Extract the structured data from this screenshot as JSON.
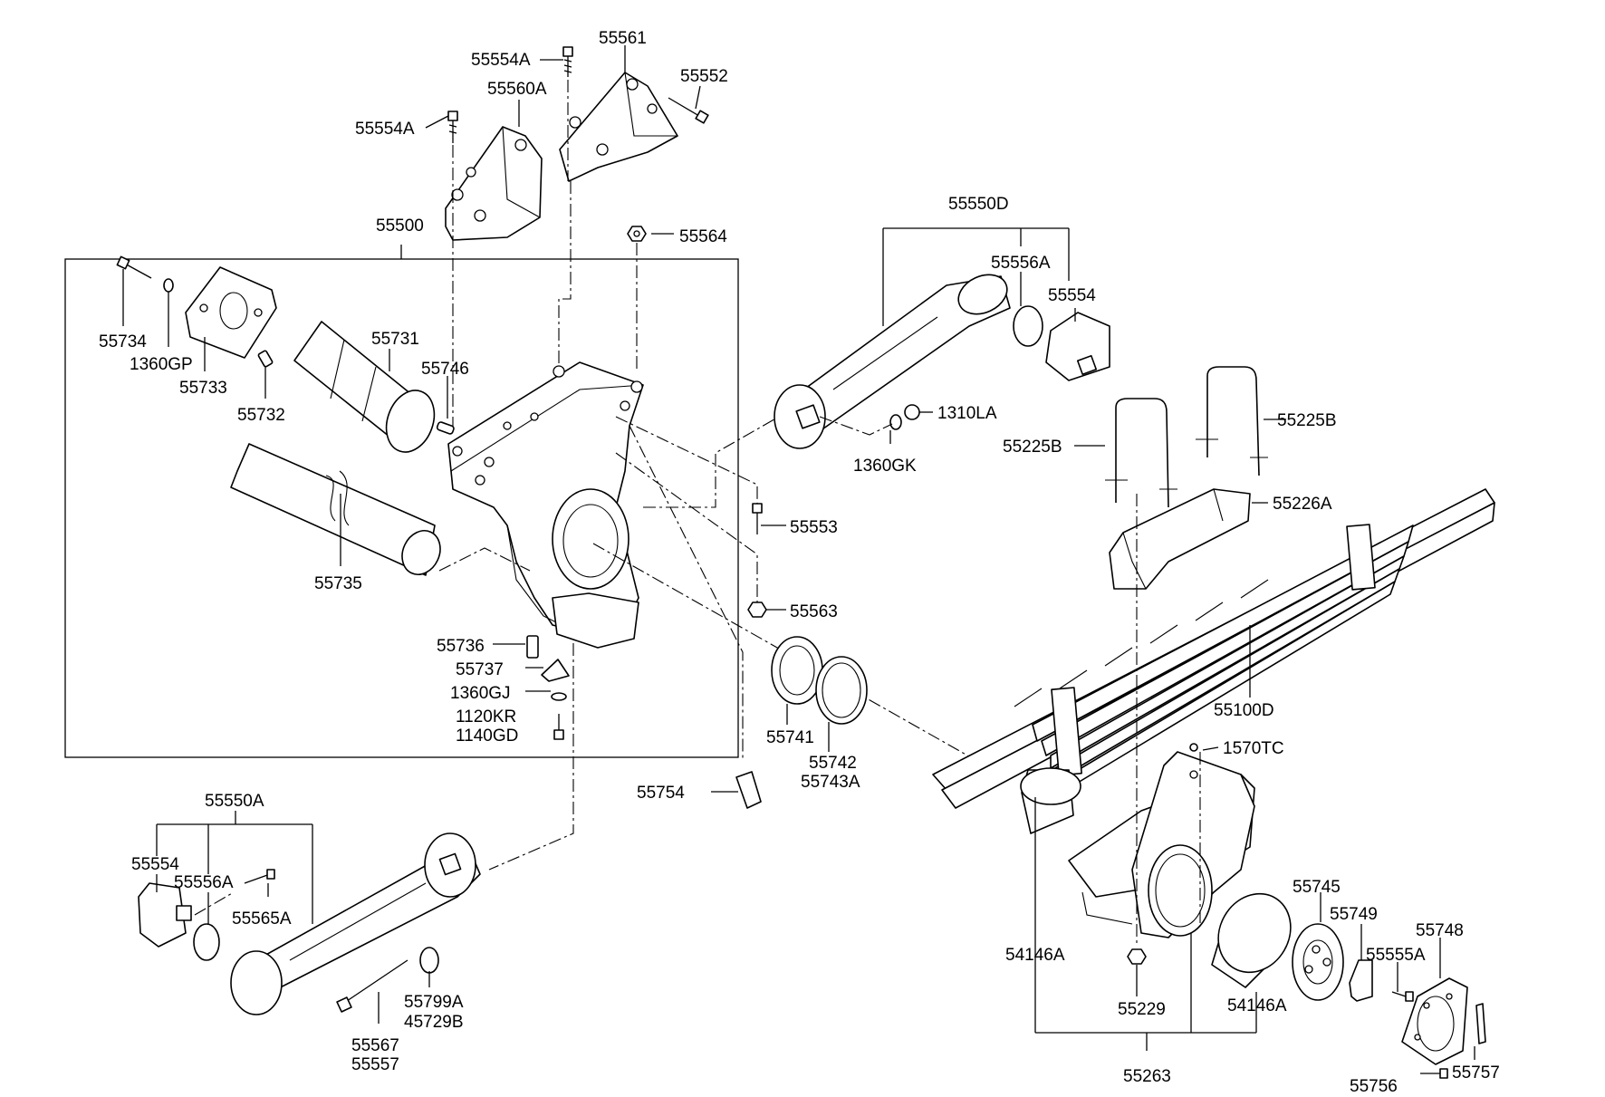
{
  "labels": {
    "55554A_top": "55554A",
    "55561": "55561",
    "55560A": "55560A",
    "55552": "55552",
    "55554A_left": "55554A",
    "55500": "55500",
    "55564": "55564",
    "55734": "55734",
    "1360GP": "1360GP",
    "55733": "55733",
    "55731": "55731",
    "55746": "55746",
    "55732": "55732",
    "55735": "55735",
    "55553": "55553",
    "55563": "55563",
    "55736": "55736",
    "55737": "55737",
    "1360GJ": "1360GJ",
    "1120KR": "1120KR",
    "1140GD": "1140GD",
    "55741": "55741",
    "55742": "55742",
    "55743A": "55743A",
    "55754": "55754",
    "55550D": "55550D",
    "55556A_top": "55556A",
    "55554_top": "55554",
    "1310LA": "1310LA",
    "1360GK": "1360GK",
    "55225B_left": "55225B",
    "55225B_right": "55225B",
    "55226A": "55226A",
    "55100D": "55100D",
    "1570TC": "1570TC",
    "55550A": "55550A",
    "55554_bottom": "55554",
    "55556A_bottom": "55556A",
    "55565A": "55565A",
    "55799A": "55799A",
    "45729B": "45729B",
    "55567": "55567",
    "55557": "55557",
    "54146A_left": "54146A",
    "55229": "55229",
    "54146A_right": "54146A",
    "55745": "55745",
    "55749": "55749",
    "55748": "55748",
    "55555A": "55555A",
    "55263": "55263",
    "55756": "55756",
    "55757": "55757"
  }
}
